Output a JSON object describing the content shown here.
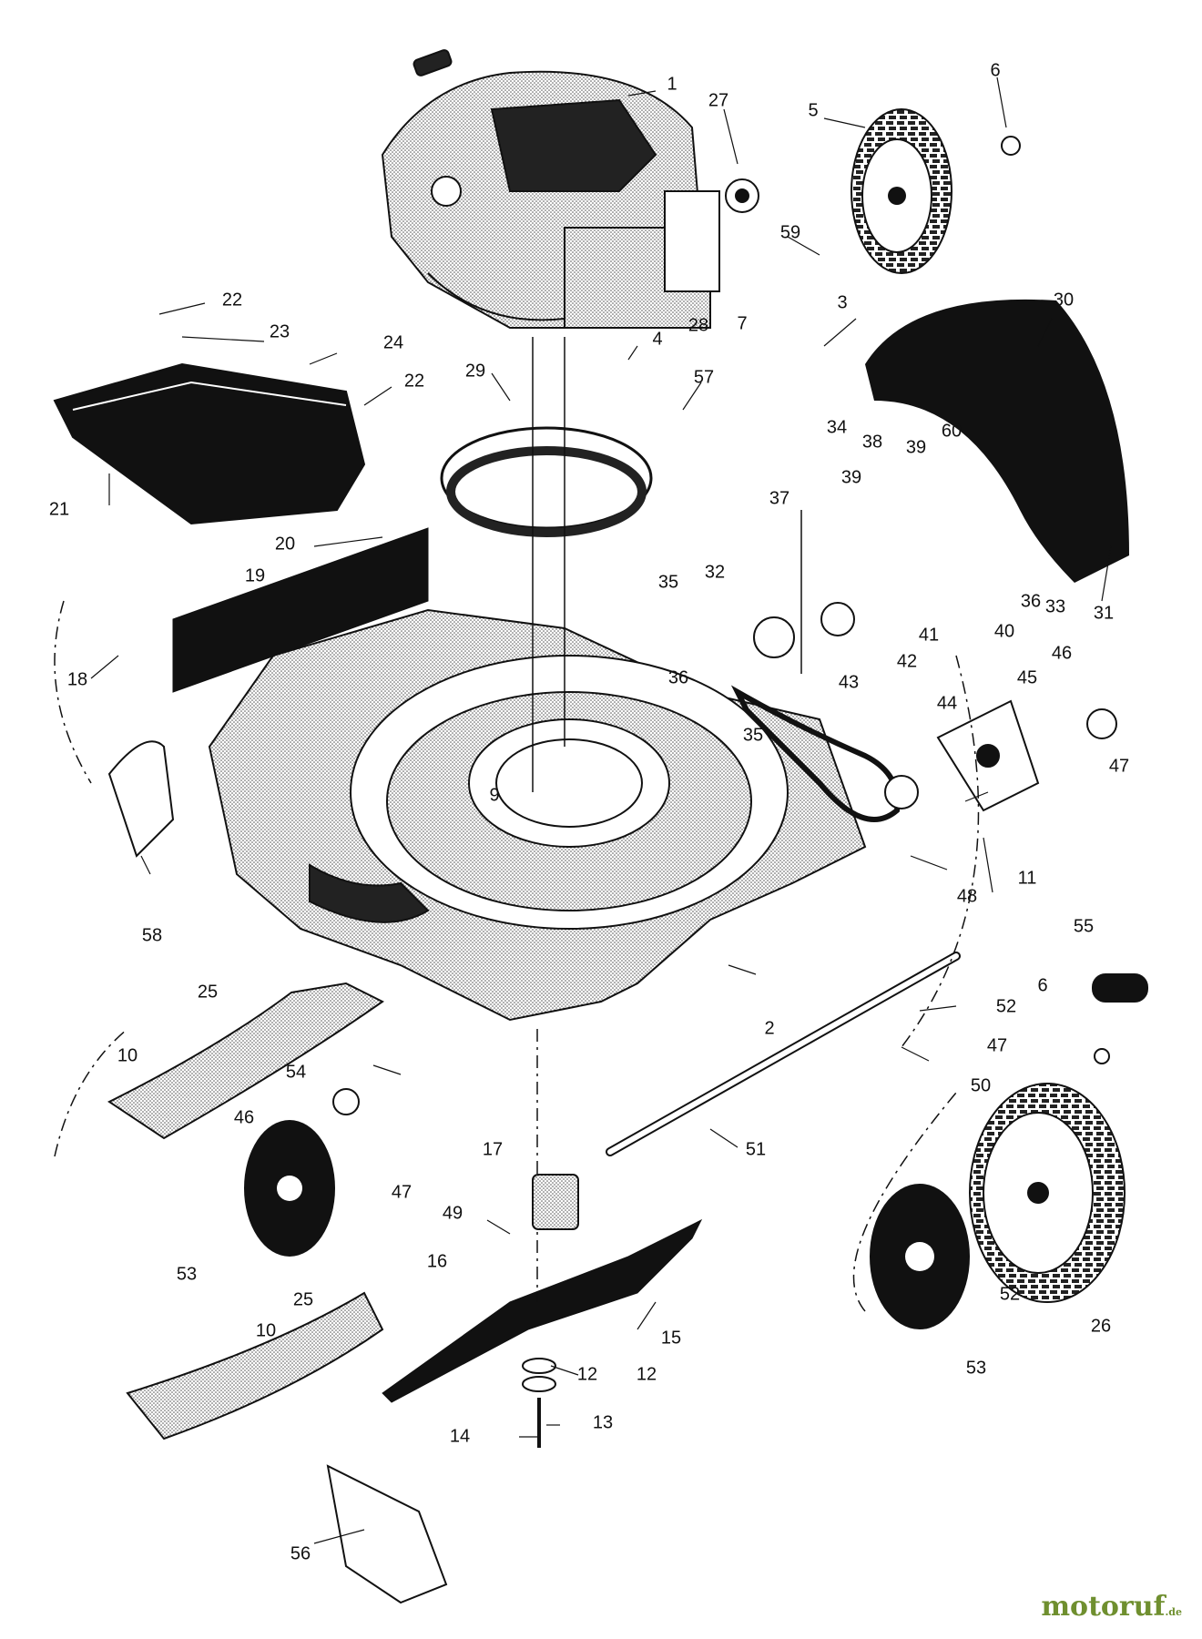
{
  "labels": [
    "1",
    "2",
    "3",
    "4",
    "5",
    "6",
    "7",
    "9",
    "10",
    "11",
    "12",
    "13",
    "14",
    "15",
    "16",
    "17",
    "18",
    "19",
    "20",
    "21",
    "22",
    "23",
    "24",
    "25",
    "26",
    "27",
    "28",
    "29",
    "30",
    "31",
    "32",
    "33",
    "34",
    "35",
    "36",
    "37",
    "38",
    "39",
    "40",
    "41",
    "42",
    "43",
    "44",
    "45",
    "46",
    "47",
    "48",
    "49",
    "50",
    "51",
    "52",
    "53",
    "54",
    "55",
    "56",
    "57",
    "58",
    "59",
    "60"
  ],
  "watermark": {
    "name": "motoruf",
    "tld": ".de"
  }
}
